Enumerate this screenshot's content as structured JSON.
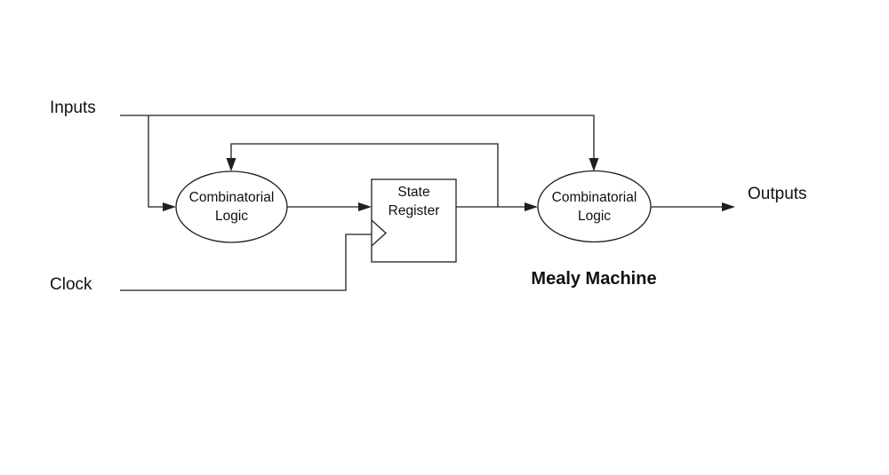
{
  "diagram": {
    "type": "block-diagram",
    "caption": "Mealy Machine",
    "io_labels": {
      "inputs": "Inputs",
      "clock": "Clock",
      "outputs": "Outputs"
    },
    "blocks": [
      {
        "id": "input-combinatorial-logic",
        "shape": "ellipse",
        "label": "Combinatorial Logic"
      },
      {
        "id": "state-register",
        "shape": "rectangle",
        "label": "State Register"
      },
      {
        "id": "output-combinatorial-logic",
        "shape": "ellipse",
        "label": "Combinatorial Logic"
      }
    ],
    "colors": {
      "stroke": "#1f1f1f",
      "text": "#111111",
      "background": "#ffffff"
    }
  }
}
